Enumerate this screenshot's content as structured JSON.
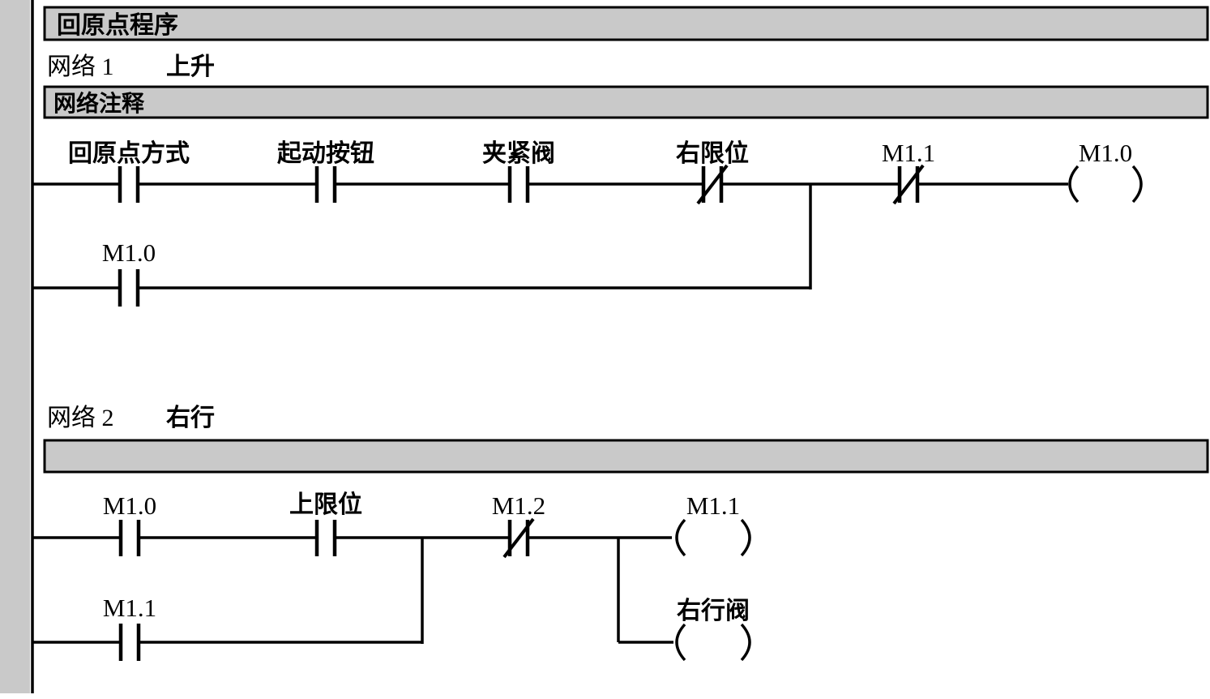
{
  "colors": {
    "bar_fill": "#c9c9c9",
    "line": "#000000",
    "background": "#ffffff"
  },
  "title_bar": {
    "text": "回原点程序"
  },
  "networks": [
    {
      "label": "网络 1",
      "name": "上升",
      "comment_label": "网络注释",
      "contacts": {
        "c1": {
          "name": "回原点方式",
          "type": "NO"
        },
        "c2": {
          "name": "起动按钮",
          "type": "NO"
        },
        "c3": {
          "name": "夹紧阀",
          "type": "NO"
        },
        "c4": {
          "name": "右限位",
          "type": "NC"
        },
        "c5": {
          "name": "M1.1",
          "type": "NC"
        }
      },
      "branch_contact": {
        "name": "M1.0",
        "type": "NO"
      },
      "coil": {
        "name": "M1.0"
      }
    },
    {
      "label": "网络 2",
      "name": "右行",
      "comment_label": "",
      "contacts": {
        "c1": {
          "name": "M1.0",
          "type": "NO"
        },
        "c2": {
          "name": "上限位",
          "type": "NO"
        },
        "c3": {
          "name": "M1.2",
          "type": "NC"
        }
      },
      "branch_contact": {
        "name": "M1.1",
        "type": "NO"
      },
      "coil": {
        "name": "M1.1"
      },
      "coil2": {
        "name": "右行阀"
      }
    }
  ]
}
